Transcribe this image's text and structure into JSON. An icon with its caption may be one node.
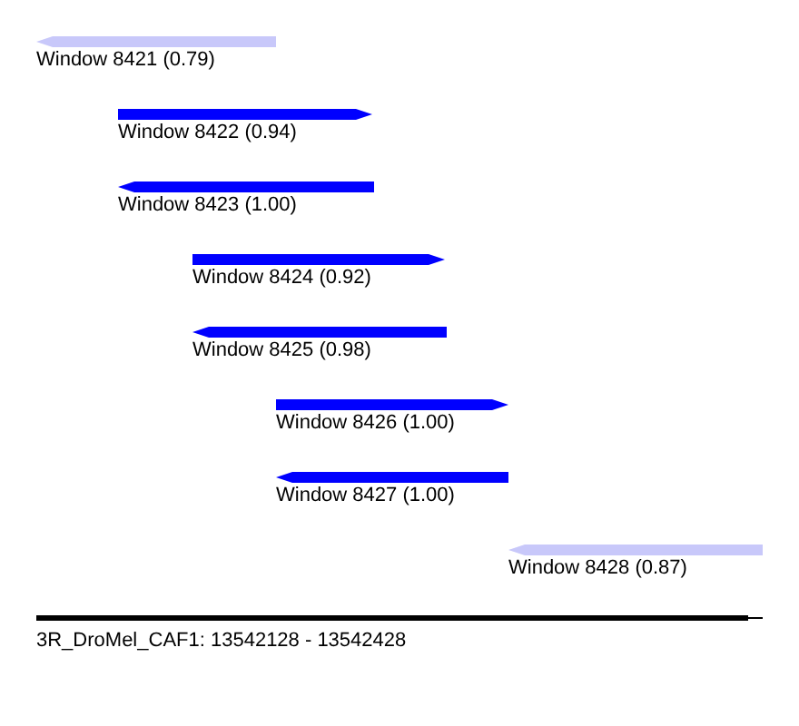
{
  "diagram": {
    "nodes": [
      {
        "text": [
          "Window 8421 (0.79)"
        ]
      },
      {
        "text": [
          "Window 8422 (0.94)"
        ]
      },
      {
        "text": [
          "Window 8423 (1.00)"
        ]
      },
      {
        "text": [
          "Window 8424 (0.92)"
        ]
      },
      {
        "text": [
          "Window 8425 (0.98)"
        ]
      },
      {
        "text": [
          "Window 8426 (1.00)"
        ]
      },
      {
        "text": [
          "Window 8427 (1.00)"
        ]
      },
      {
        "text": [
          "Window 8428 (0.87)"
        ]
      }
    ],
    "labels": [
      "3R_DroMel_CAF1: 13542128 - 13542428"
    ]
  }
}
